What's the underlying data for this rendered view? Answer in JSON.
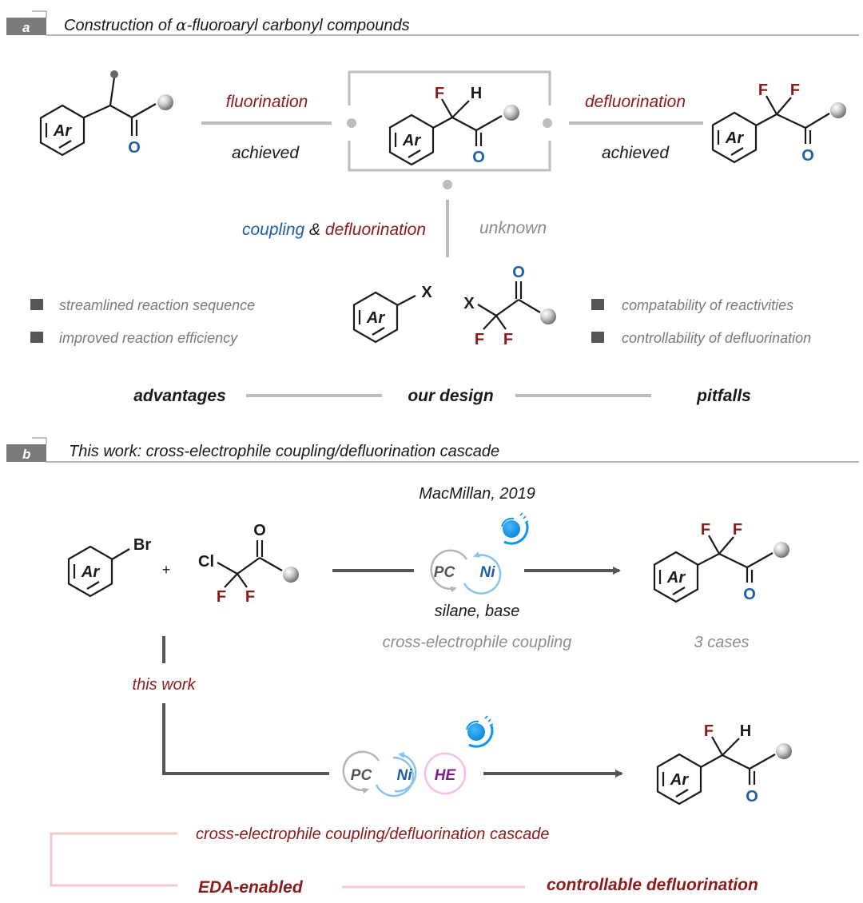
{
  "colors": {
    "red": "#8b1a1a",
    "blue": "#1f5fa8",
    "gray": "#8c8c8c",
    "dark": "#333333",
    "divider": "#bdbdbd",
    "cycle_blue": "#8ac4ee",
    "cycle_pink": "#f3c0ec",
    "he_purple": "#7a1f86",
    "lamp_blue": "#0b97ee",
    "pink_line": "#f6c9c9"
  },
  "panel_a": {
    "badge": "a",
    "title_prefix": "Construction of ",
    "title_alpha": "α",
    "title_suffix": "-fluoroaryl carbonyl compounds",
    "fluorination": "fluorination",
    "achieved_left": "achieved",
    "defluorination": "defluorination",
    "achieved_right": "achieved",
    "coupling": "coupling",
    "amp": " & ",
    "coupling_defluor": "defluorination",
    "unknown": "unknown",
    "advantages_items": [
      "streamlined reaction sequence",
      "improved reaction efficiency"
    ],
    "pitfalls_items": [
      "compatability of reactivities",
      "controllability of defluorination"
    ],
    "advantages": "advantages",
    "our_design": "our design",
    "pitfalls": "pitfalls"
  },
  "panel_b": {
    "badge": "b",
    "title": "This work: cross-electrophile coupling/defluorination  cascade",
    "macmillan": "MacMillan, 2019",
    "plus": "+",
    "silane_base": "silane, base",
    "xec": "cross-electrophile coupling",
    "cases": "3 cases",
    "this_work": "this work",
    "cascade": "cross-electrophile coupling/defluorination cascade",
    "eda": "EDA-enabled",
    "controllable": "controllable defluorination"
  },
  "catalysts": {
    "pc": "PC",
    "ni": "Ni",
    "he": "HE"
  },
  "atoms": {
    "ar": "Ar",
    "o": "O",
    "f": "F",
    "h": "H",
    "x": "X",
    "br": "Br",
    "cl": "Cl"
  },
  "icons": [
    "substituent-sphere",
    "lightbulb-icon",
    "catalytic-cycle-arrow"
  ]
}
